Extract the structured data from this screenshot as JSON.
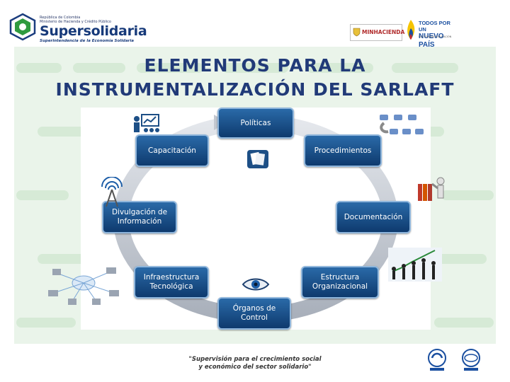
{
  "header": {
    "logo_line1": "República de Colombia",
    "logo_line2": "Ministerio de Hacienda y Crédito Público",
    "logo_name": "Supersolidaria",
    "logo_sub": "Superintendencia de la Economía Solidaria",
    "minhacienda": "MINHACIENDA",
    "nuevo_pais_line1": "TODOS POR UN",
    "nuevo_pais_line2": "NUEVO PAÍS",
    "nuevo_pais_small": "PAZ  EQUIDAD  EDUCACIÓN"
  },
  "title": {
    "line1": "ELEMENTOS PARA LA",
    "line2": "INSTRUMENTALIZACIÓN DEL SARLAFT"
  },
  "diagram": {
    "nodes": [
      "Políticas",
      "Procedimientos",
      "Documentación",
      "Estructura Organizacional",
      "Órganos de Control",
      "Infraestructura Tecnológica",
      "Divulgación de Información",
      "Capacitación"
    ],
    "colors": {
      "node": "#0e3a6e",
      "ring": "#c7ccd4",
      "title": "#213a78"
    }
  },
  "footer": {
    "quote_line1": "\"Supervisión para el crecimiento social",
    "quote_line2": "y económico del sector solidario\""
  }
}
